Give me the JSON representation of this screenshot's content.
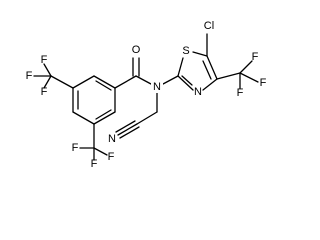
{
  "atoms": {
    "F1": "F",
    "F2": "F",
    "F3": "F",
    "F4": "F",
    "F5": "F",
    "F6": "F",
    "F7": "F",
    "F8": "F",
    "F9": "F",
    "O": "O",
    "N_amide": "N",
    "N_nitrile": "N",
    "S": "S",
    "N_ring": "N",
    "Cl": "Cl"
  },
  "colors": {
    "stroke": "#000000",
    "background": "#ffffff"
  }
}
